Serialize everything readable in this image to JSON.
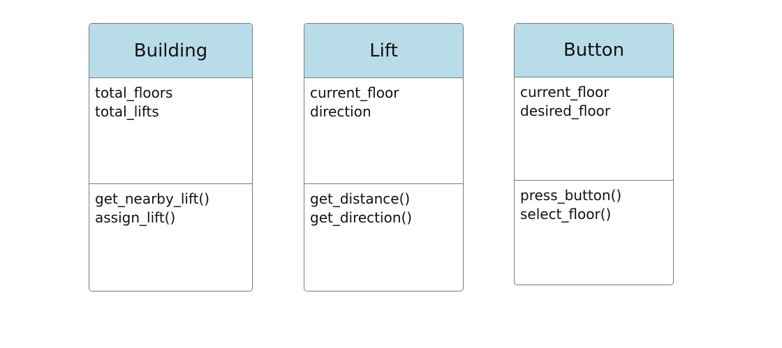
{
  "classes": [
    {
      "name": "Building",
      "attributes": [
        "total_floors",
        "total_lifts"
      ],
      "methods": [
        "get_nearby_lift()",
        "assign_lift()"
      ]
    },
    {
      "name": "Lift",
      "attributes": [
        "current_floor",
        "direction"
      ],
      "methods": [
        "get_distance()",
        "get_direction()"
      ]
    },
    {
      "name": "Button",
      "attributes": [
        "current_floor",
        "desired_floor"
      ],
      "methods": [
        "press_button()",
        "select_floor()"
      ]
    }
  ],
  "colors": {
    "header_fill": "#b8dde8",
    "border": "#7a7a7a",
    "text": "#111111"
  }
}
